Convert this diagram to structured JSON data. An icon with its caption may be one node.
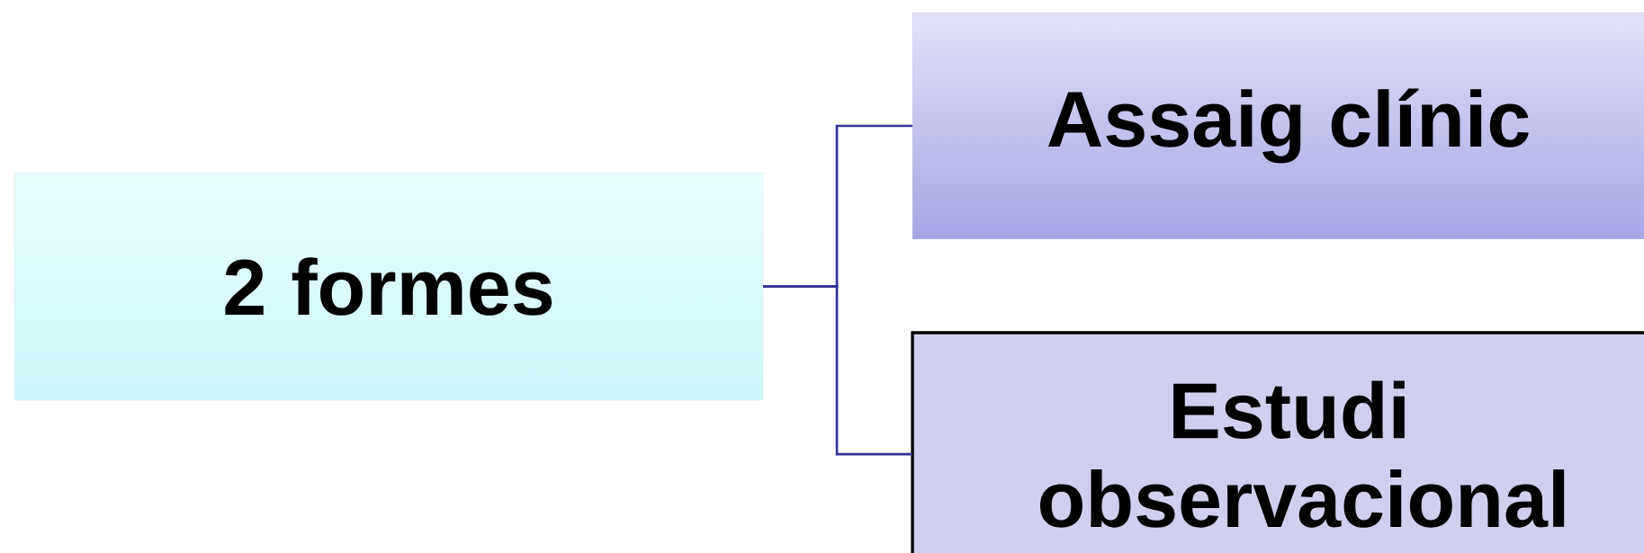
{
  "diagram": {
    "nodes": [
      {
        "text": [
          "2 formes"
        ]
      },
      {
        "text": [
          "Assaig clínic"
        ]
      },
      {
        "text": [
          "Estudi observacional"
        ]
      }
    ],
    "edges": [
      {
        "from": 0,
        "to": 1,
        "arrow": "none"
      },
      {
        "from": 0,
        "to": 2,
        "arrow": "none"
      }
    ]
  }
}
